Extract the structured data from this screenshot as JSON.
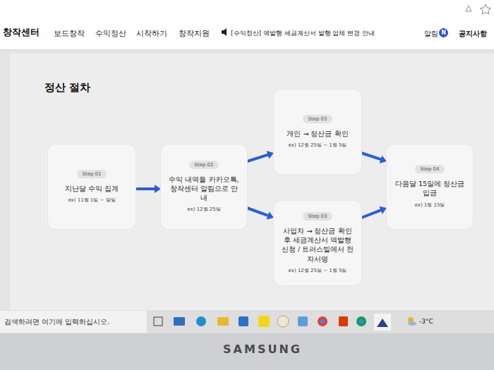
{
  "diagram": {
    "title": "정산 절차",
    "nodes": [
      {
        "text": [
          "Step 01",
          "지난달 수익 집계",
          "ex) 11월 1일 ~ 말일"
        ]
      },
      {
        "text": [
          "Step 02",
          "수익 내역을 카카오톡, 창작센터 알림으로 안내",
          "ex) 12월 25일"
        ]
      },
      {
        "text": [
          "Step 03",
          "개인 → 정산금 확인",
          "ex) 12월 25일 ~ 1월 5일"
        ]
      },
      {
        "text": [
          "Step 03",
          "사업자 → 정산금 확인 후 세금계산서 역발행 신청 / 트러스빌에서 전자서명",
          "ex) 12월 25일 ~ 1월 5일"
        ]
      },
      {
        "text": [
          "Step 04",
          "다음달 15일에 정산금 입금",
          "ex) 1월 15일"
        ]
      }
    ],
    "edges": [
      {
        "from": 0,
        "to": 1,
        "arrow": "to"
      },
      {
        "from": 1,
        "to": 2,
        "arrow": "to"
      },
      {
        "from": 1,
        "to": 3,
        "arrow": "to"
      },
      {
        "from": 2,
        "to": 4,
        "arrow": "to"
      },
      {
        "from": 3,
        "to": 4,
        "arrow": "to"
      }
    ],
    "labels": [
      "창작센터",
      "보드창작",
      "수익정산",
      "시작하기",
      "창작지원",
      "[수익정산] 역발행 세금계산서 발행 업체 변경 안내",
      "알림",
      "N",
      "공지사항",
      "검색하려면 여기에 입력하십시오.",
      "-3°C",
      "SAMSUNG"
    ]
  }
}
